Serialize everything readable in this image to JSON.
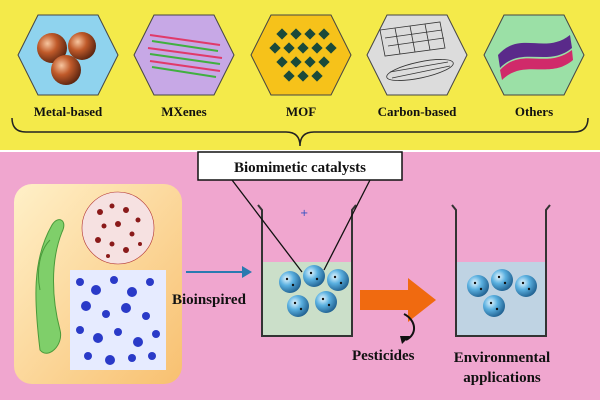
{
  "categories": [
    {
      "label": "Metal-based",
      "color": "#8fd3ee"
    },
    {
      "label": "MXenes",
      "color": "#c7a8e6"
    },
    {
      "label": "MOF",
      "color": "#f6c21a"
    },
    {
      "label": "Carbon-based",
      "color": "#dcdcdc"
    },
    {
      "label": "Others",
      "color": "#9be0a6"
    }
  ],
  "center_box": {
    "label": "Biomimetic catalysts"
  },
  "arrows": {
    "bioinspired": "Bioinspired",
    "pesticides": "Pesticides"
  },
  "result": {
    "line1": "Environmental",
    "line2": "applications"
  },
  "colors": {
    "top_bg": "#f4ea4a",
    "bottom_bg": "#f0a6cf",
    "accent_red": "#e0262a",
    "arrow_orange": "#f06a10"
  }
}
